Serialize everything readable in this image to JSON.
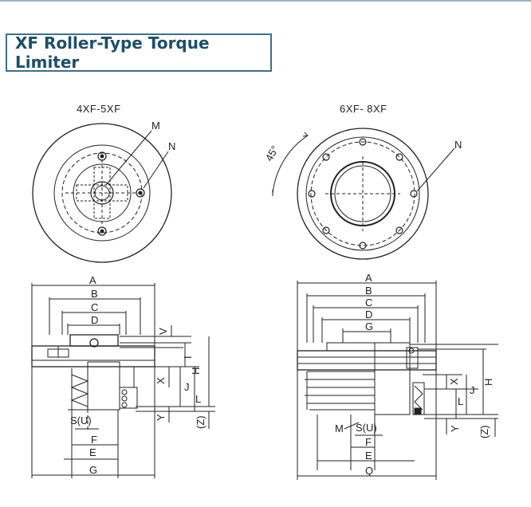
{
  "title": "XF Roller-Type Torque Limiter",
  "left_diagram": {
    "caption": "4XF-5XF",
    "label_m": "M",
    "label_n": "N",
    "dims": {
      "a": "A",
      "b": "B",
      "c": "C",
      "d": "D",
      "v": "V",
      "i": "I",
      "h": "H",
      "x": "X",
      "j": "J",
      "l": "L",
      "y": "Y",
      "z": "(Z)",
      "su": "S(U)",
      "f": "F",
      "e": "E",
      "g": "G"
    }
  },
  "right_diagram": {
    "caption": "6XF- 8XF",
    "angle": "45°",
    "label_n": "N",
    "dims": {
      "a": "A",
      "b": "B",
      "c": "C",
      "d": "D",
      "g": "G",
      "h": "H",
      "x": "X",
      "j": "J",
      "l": "L",
      "y": "Y",
      "z": "(Z)",
      "m": "M",
      "su": "S(U)",
      "f": "F",
      "e": "E",
      "q": "Q"
    }
  }
}
